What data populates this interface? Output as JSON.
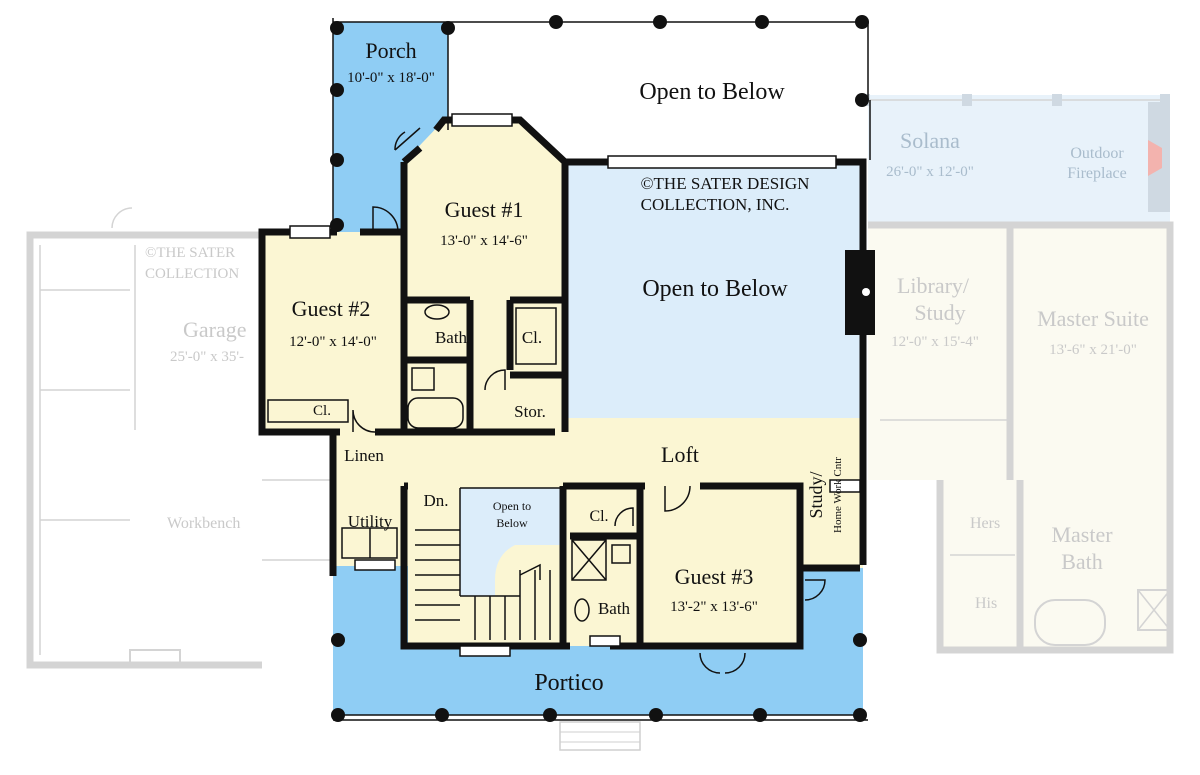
{
  "rooms": {
    "porch": {
      "name": "Porch",
      "size": "10'-0\" x 18'-0\""
    },
    "open_top": {
      "name": "Open to Below"
    },
    "copyright_main": {
      "line1": "©THE SATER DESIGN",
      "line2": "COLLECTION, INC."
    },
    "open_center": {
      "name": "Open to Below"
    },
    "guest1": {
      "name": "Guest #1",
      "size": "13'-0\" x 14'-6\""
    },
    "guest2": {
      "name": "Guest #2",
      "size": "12'-0\" x 14'-0\""
    },
    "bath1": {
      "name": "Bath"
    },
    "closet1": {
      "name": "Cl."
    },
    "closet2": {
      "name": "Cl."
    },
    "stor": {
      "name": "Stor."
    },
    "linen": {
      "name": "Linen"
    },
    "loft": {
      "name": "Loft"
    },
    "utility": {
      "name": "Utility"
    },
    "down": {
      "name": "Dn."
    },
    "open_stair": {
      "line1": "Open to",
      "line2": "Below"
    },
    "closet3": {
      "name": "Cl."
    },
    "bath2": {
      "name": "Bath"
    },
    "guest3": {
      "name": "Guest #3",
      "size": "13'-2\" x 13'-6\""
    },
    "study": {
      "line1": "Study/",
      "line2": "Home Work Cntr"
    },
    "portico": {
      "name": "Portico"
    }
  },
  "ghost": {
    "solana": {
      "name": "Solana",
      "size": "26'-0\" x 12'-0\""
    },
    "fireplace": {
      "line1": "Outdoor",
      "line2": "Fireplace"
    },
    "library": {
      "line1": "Library/",
      "line2": "Study",
      "size": "12'-0\" x 15'-4\""
    },
    "master_suite": {
      "name": "Master Suite",
      "size": "13'-6\" x 21'-0\""
    },
    "copyright_side": {
      "line1": "©THE SATER",
      "line2": "COLLECTION"
    },
    "garage": {
      "name": "Garage",
      "size": "25'-0\" x 35'-"
    },
    "workbench": {
      "name": "Workbench"
    },
    "master_bath": {
      "line1": "Master",
      "line2": "Bath"
    },
    "hers": {
      "name": "Hers"
    },
    "his": {
      "name": "His"
    }
  },
  "colors": {
    "room_fill": "#fbf6d3",
    "open_fill": "#dcedfa",
    "porch_fill": "#8fcdf4",
    "ghost_blue": "#e6f1f9",
    "ghost_yellow": "#fbfaf0",
    "fireplace": "#f3b3ae"
  }
}
